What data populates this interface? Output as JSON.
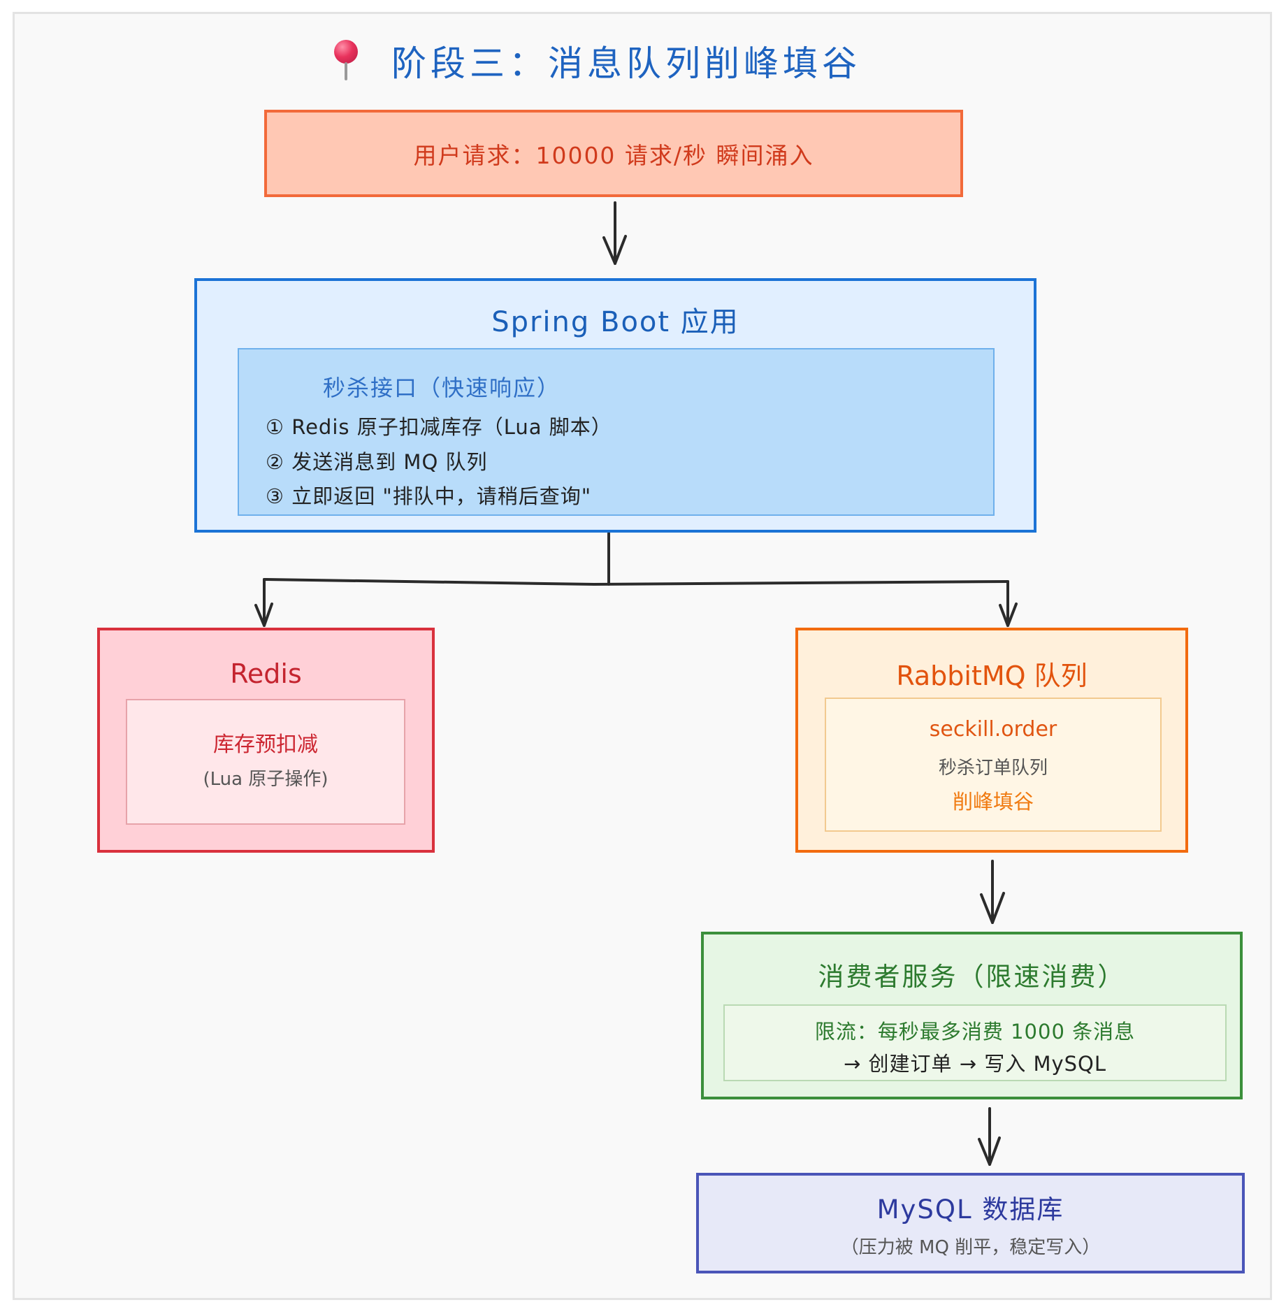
{
  "title": {
    "icon": "pushpin-icon",
    "text": "阶段三：消息队列削峰填谷",
    "color": "#1e63c0"
  },
  "user_request": {
    "text": "用户请求：10000 请求/秒 瞬间涌入",
    "color": "#f26a3a"
  },
  "spring_boot": {
    "title": "Spring Boot 应用",
    "color": "#1b73d6",
    "api": {
      "title": "秒杀接口（快速响应）",
      "steps": [
        "① Redis 原子扣减库存（Lua 脚本）",
        "② 发送消息到 MQ 队列",
        "③ 立即返回 \"排队中，请稍后查询\""
      ]
    }
  },
  "redis": {
    "title": "Redis",
    "color": "#d9313d",
    "line1": "库存预扣减",
    "line2": "(Lua 原子操作)"
  },
  "rabbitmq": {
    "title": "RabbitMQ 队列",
    "color": "#f26b0f",
    "queue_name": "seckill.order",
    "queue_desc": "秒杀订单队列",
    "tagline": "削峰填谷"
  },
  "consumer": {
    "title": "消费者服务（限速消费）",
    "color": "#3b8f3b",
    "line1": "限流：每秒最多消费 1000 条消息",
    "line2": "→ 创建订单 → 写入 MySQL"
  },
  "mysql": {
    "title": "MySQL 数据库",
    "color": "#4a55b8",
    "subtitle": "（压力被 MQ 削平，稳定写入）"
  },
  "edges": [
    {
      "from": "user_request",
      "to": "spring_boot"
    },
    {
      "from": "spring_boot",
      "to": "redis"
    },
    {
      "from": "spring_boot",
      "to": "rabbitmq"
    },
    {
      "from": "rabbitmq",
      "to": "consumer"
    },
    {
      "from": "consumer",
      "to": "mysql"
    }
  ]
}
